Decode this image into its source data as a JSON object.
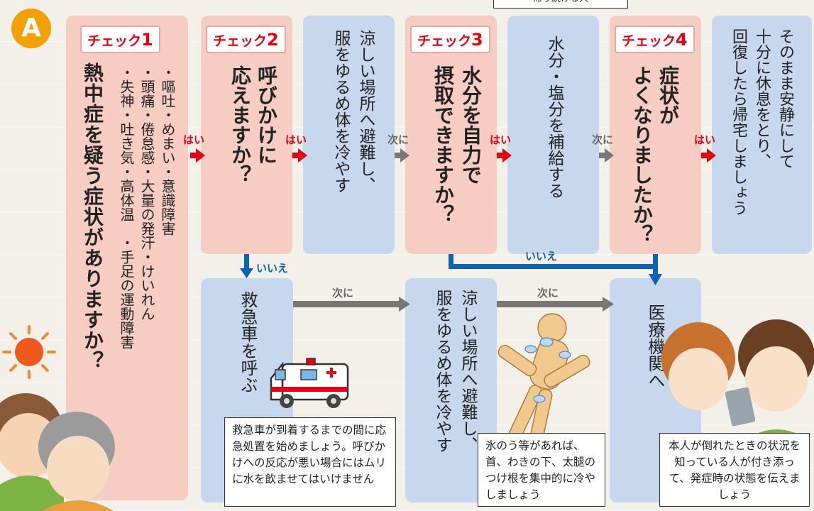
{
  "badge": "A",
  "top_note": "滞り続ける人",
  "check1": {
    "label_prefix": "チェック",
    "label_num": "1",
    "question": "熱中症を疑う症状がありますか？",
    "symptoms": [
      "・嘔吐・めまい・意識障害",
      "・頭痛・倦怠感・大量の発汗・けいれん",
      "・失神・吐き気・高体温　・手足の運動障害"
    ]
  },
  "check2": {
    "label_prefix": "チェック",
    "label_num": "2",
    "question_line1": "呼びかけに",
    "question_line2": "応えますか？"
  },
  "action_cool": {
    "line1": "涼しい場所へ避難し、",
    "line2": "服をゆるめ体を冷やす"
  },
  "check3": {
    "label_prefix": "チェック",
    "label_num": "3",
    "question_line1": "水分を自力で",
    "question_line2": "摂取できますか？"
  },
  "action_water": "水分・塩分を補給する",
  "check4": {
    "label_prefix": "チェック",
    "label_num": "4",
    "question_line1": "症状が",
    "question_line2": "よくなりましたか？"
  },
  "action_rest": {
    "line1": "そのまま安静にして",
    "line2": "十分に休息をとり、",
    "line3": "回復したら帰宅しましょう"
  },
  "action_ambulance": "救急車を呼ぶ",
  "action_cool2": {
    "line1": "涼しい場所へ避難し、",
    "line2": "服をゆるめ体を冷やす"
  },
  "action_hospital": "医療機関へ",
  "flow_labels": {
    "yes": "はい",
    "no": "いいえ",
    "next": "次に"
  },
  "notes": {
    "ambulance": "救急車が到着するまでの間に応急処置を始めましょう。呼びかけへの反応が悪い場合にはムリに水を飲ませてはいけません",
    "ice": "氷のう等があれば、首、わきの下、太腿のつけ根を集中的に冷やしましょう",
    "companion": "本人が倒れたときの状況を知っている人が付き添って、発症時の状態を伝えましょう"
  },
  "colors": {
    "pink_box": "#f7cdc3",
    "blue_box": "#c7d7ee",
    "yes_arrow": "#e60012",
    "next_arrow": "#777777",
    "no_arrow": "#0b63b6",
    "badge": "#f2a100"
  }
}
